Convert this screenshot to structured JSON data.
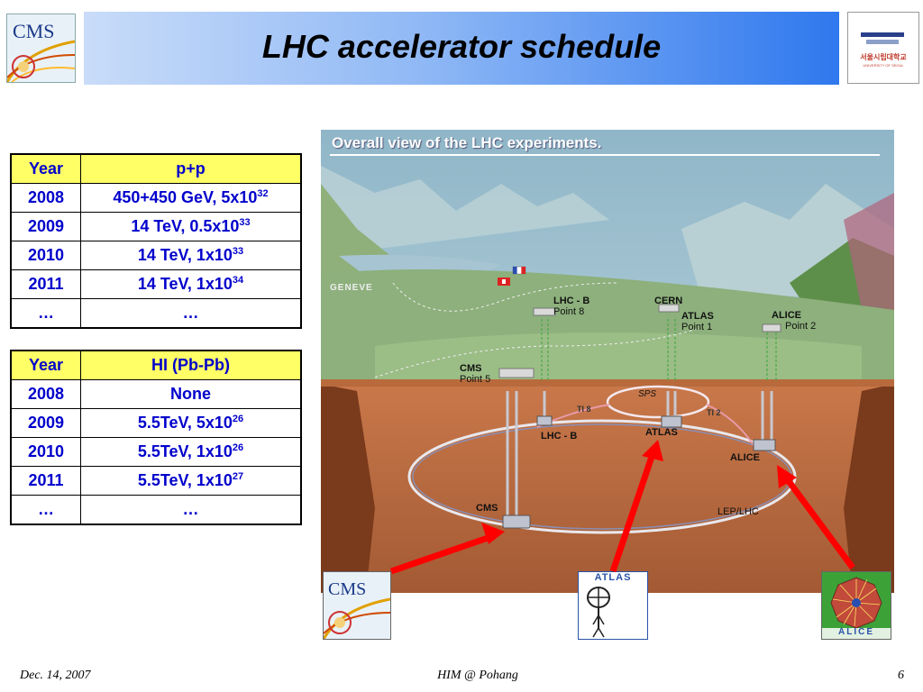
{
  "header": {
    "title": "LHC accelerator schedule",
    "left_logo_text": "CMS",
    "right_logo_korean": "서울시립대학교",
    "right_logo_english": "UNIVERSITY OF SEOUL"
  },
  "table_pp": {
    "col1_header": "Year",
    "col2_header": "p+p",
    "rows": [
      {
        "year": "2008",
        "value": "450+450 GeV, 5x10",
        "exp": "32"
      },
      {
        "year": "2009",
        "value": "14 TeV, 0.5x10",
        "exp": "33"
      },
      {
        "year": "2010",
        "value": "14 TeV, 1x10",
        "exp": "33"
      },
      {
        "year": "2011",
        "value": "14 TeV, 1x10",
        "exp": "34"
      },
      {
        "year": "…",
        "value": "…",
        "exp": ""
      }
    ]
  },
  "table_hi": {
    "col1_header": "Year",
    "col2_header": "HI (Pb-Pb)",
    "rows": [
      {
        "year": "2008",
        "value": "None",
        "exp": ""
      },
      {
        "year": "2009",
        "value": "5.5TeV, 5x10",
        "exp": "26"
      },
      {
        "year": "2010",
        "value": "5.5TeV, 1x10",
        "exp": "26"
      },
      {
        "year": "2011",
        "value": "5.5TeV, 1x10",
        "exp": "27"
      },
      {
        "year": "…",
        "value": "…",
        "exp": ""
      }
    ]
  },
  "figure": {
    "title": "Overall view of the LHC experiments.",
    "labels": {
      "geneve": "GENEVE",
      "lhcb_surface": "LHC - B",
      "lhcb_point": "Point 8",
      "cern": "CERN",
      "atlas_surface": "ATLAS",
      "atlas_point": "Point 1",
      "alice_surface": "ALICE",
      "alice_point": "Point 2",
      "cms_surface": "CMS",
      "cms_point": "Point 5",
      "sps": "SPS",
      "ti8": "TI 8",
      "ti2": "TI 2",
      "lhcb_under": "LHC - B",
      "atlas_under": "ATLAS",
      "alice_under": "ALICE",
      "cms_under": "CMS",
      "ring": "LEP/LHC"
    }
  },
  "bottom_images": {
    "cms_logo": "CMS",
    "atlas_logo": "ATLAS",
    "alice_logo": "ALICE"
  },
  "footer": {
    "date": "Dec. 14, 2007",
    "center": "HIM @ Pohang",
    "page": "6"
  },
  "colors": {
    "table_header_bg": "#ffff66",
    "table_text": "#0000cc",
    "arrow": "#ff0000"
  }
}
